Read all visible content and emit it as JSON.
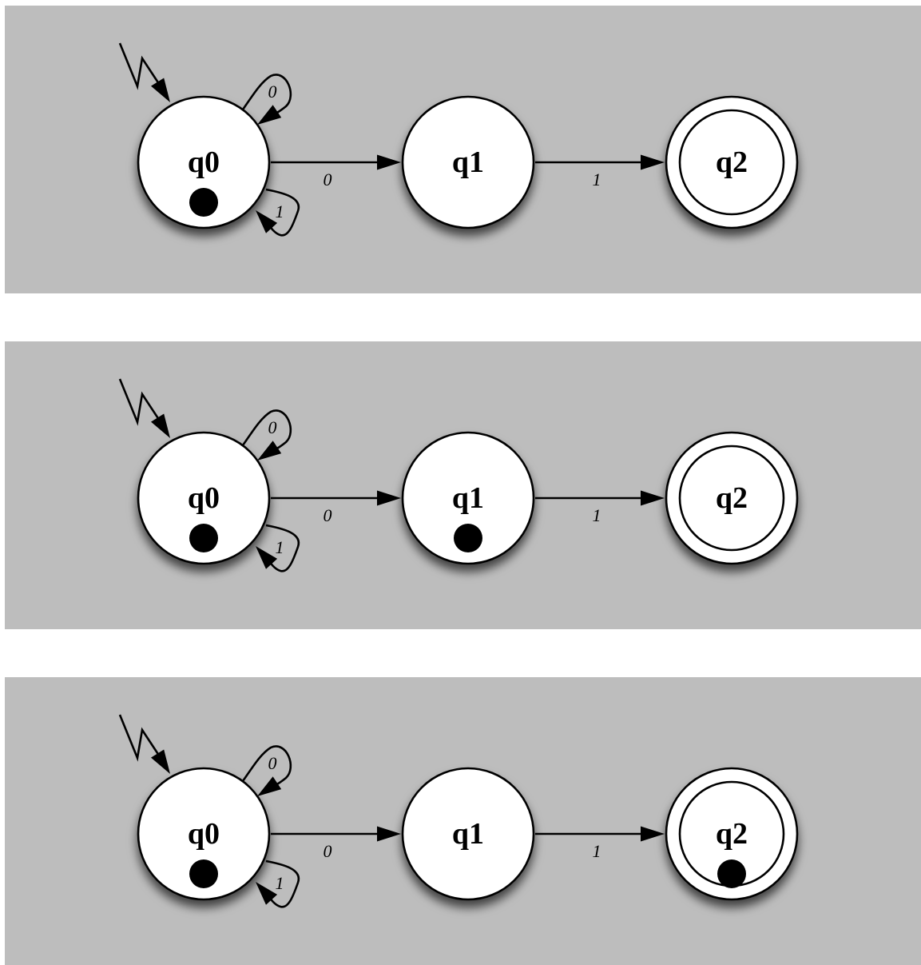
{
  "diagram": {
    "alphabet_symbols": [
      "0",
      "1"
    ],
    "states": [
      {
        "id": "q0",
        "label": "q0",
        "initial": true,
        "accepting": false
      },
      {
        "id": "q1",
        "label": "q1",
        "initial": false,
        "accepting": false
      },
      {
        "id": "q2",
        "label": "q2",
        "initial": false,
        "accepting": true
      }
    ],
    "transitions": [
      {
        "from": "q0",
        "to": "q0",
        "label": "0"
      },
      {
        "from": "q0",
        "to": "q0",
        "label": "1"
      },
      {
        "from": "q0",
        "to": "q1",
        "label": "0"
      },
      {
        "from": "q1",
        "to": "q2",
        "label": "1"
      }
    ],
    "panels": [
      {
        "active_states": [
          "q0"
        ]
      },
      {
        "active_states": [
          "q0",
          "q1"
        ]
      },
      {
        "active_states": [
          "q0",
          "q2"
        ]
      }
    ],
    "colors": {
      "background": "#bdbdbd",
      "state_fill": "#ffffff",
      "stroke": "#000000",
      "token": "#000000"
    }
  }
}
